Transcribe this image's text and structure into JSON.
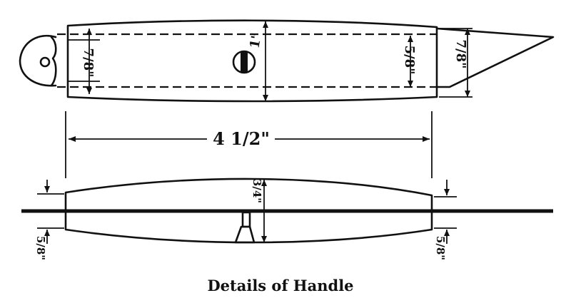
{
  "caption": "Details of Handle",
  "dimensions": {
    "top_left_height": "7/8\"",
    "top_center": "1\"",
    "top_right_inner": "5/8\"",
    "top_right_outer": "7/8\"",
    "overall_length": "4 1/2\"",
    "side_left": "5/8\"",
    "side_center": "3/4\"",
    "side_right": "5/8\""
  }
}
